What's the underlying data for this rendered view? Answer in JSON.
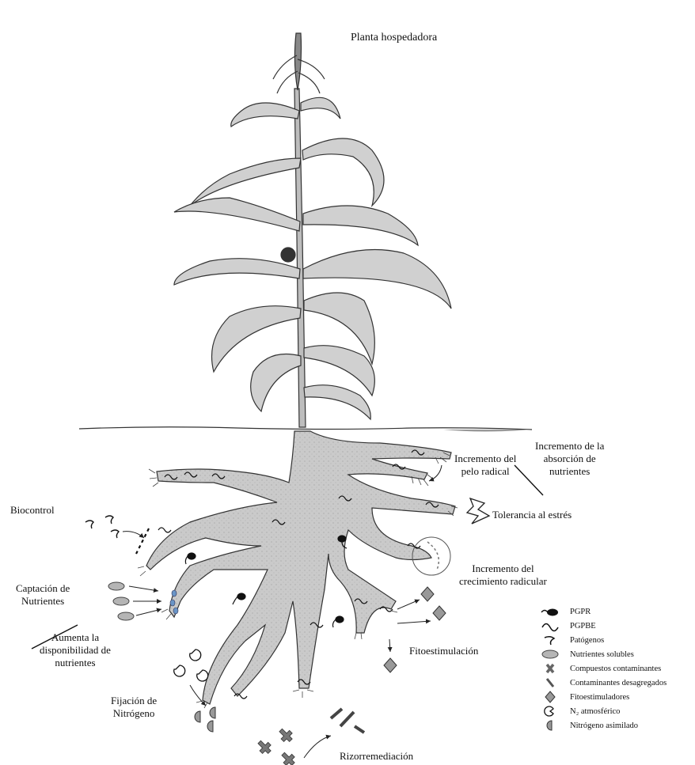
{
  "title": "Planta hospedadora",
  "labels": {
    "pelo_radical": "Incremento del pelo radical",
    "pelo_radical_l1": "Incremento del",
    "pelo_radical_l2": "pelo radical",
    "absorcion_l1": "Incremento de la",
    "absorcion_l2": "absorción de",
    "absorcion_l3": "nutrientes",
    "biocontrol": "Biocontrol",
    "tolerancia": "Tolerancia al estrés",
    "crecimiento_l1": "Incremento del",
    "crecimiento_l2": "crecimiento radicular",
    "captacion_l1": "Captación de",
    "captacion_l2": "Nutrientes",
    "disponibilidad_l1": "Aumenta la",
    "disponibilidad_l2": "disponibilidad de",
    "disponibilidad_l3": "nutrientes",
    "fitoestimulacion": "Fitoestimulación",
    "fijacion_l1": "Fijación de",
    "fijacion_l2": "Nitrógeno",
    "rizorremediacion": "Rizorremediación"
  },
  "legend": [
    {
      "icon": "pgpr-bacterium-icon",
      "text": "PGPR"
    },
    {
      "icon": "pgpbe-bacterium-icon",
      "text": "PGPBE"
    },
    {
      "icon": "pathogen-icon",
      "text": "Patógenos"
    },
    {
      "icon": "soluble-nutrient-icon",
      "text": "Nutrientes solubles"
    },
    {
      "icon": "contaminant-compound-icon",
      "text": "Compuestos contaminantes"
    },
    {
      "icon": "disaggregated-contaminant-icon",
      "text": "Contaminantes desagregados"
    },
    {
      "icon": "phytostimulator-icon",
      "text": "Fitoestimuladores"
    },
    {
      "icon": "atmospheric-n2-icon",
      "text": "N₂ atmosférico"
    },
    {
      "icon": "assimilated-nitrogen-icon",
      "text": "Nitrógeno asimilado"
    }
  ],
  "colors": {
    "root_fill": "#c9c9c9",
    "leaf_fill": "#cfcfcf",
    "ink": "#222222",
    "nutrient": "#b5b5b5",
    "symbol": "#8c8c8c"
  }
}
